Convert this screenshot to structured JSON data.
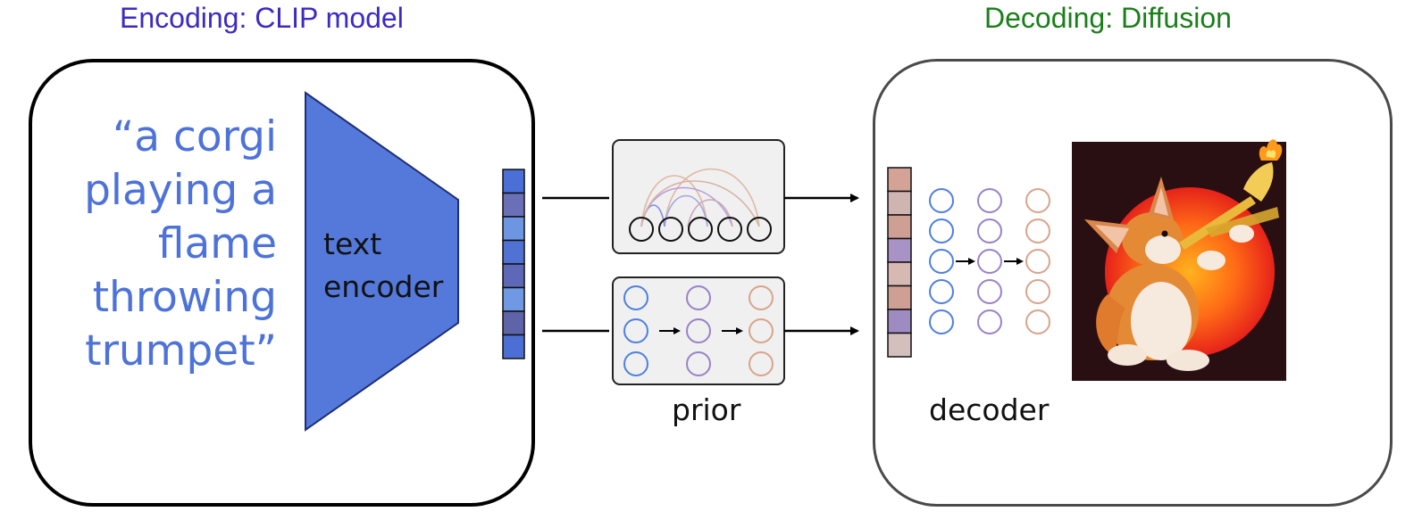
{
  "headings": {
    "encoding": "Encoding: CLIP model",
    "decoding": "Decoding: Diffusion"
  },
  "prompt_lines": [
    "“a corgi",
    "playing a",
    "flame",
    "throwing",
    "trumpet”"
  ],
  "labels": {
    "text_encoder_line1": "text",
    "text_encoder_line2": "encoder",
    "prior": "prior",
    "decoder": "decoder"
  },
  "colors": {
    "encoding_heading": "#3b2bc4",
    "decoding_heading": "#1a7f1a",
    "encoder_fill": "#5479da",
    "prompt_text": "#4d72d9",
    "node_blue": "#4f7fe0",
    "node_purple": "#9a82c8",
    "node_salmon": "#d8a48c"
  },
  "text_embedding_cells": [
    "#4a6fd6",
    "#6b6fb8",
    "#6d96e2",
    "#4f72d3",
    "#5d69b6",
    "#6f9ae3",
    "#5f63a8",
    "#4b6fd4"
  ],
  "image_embedding_cells": [
    "#d4a396",
    "#cfb5b2",
    "#cf9f94",
    "#a893c6",
    "#d7b9b4",
    "#cf9f94",
    "#9e8bc2",
    "#d3bfbb"
  ],
  "icons": {
    "prior_autoregressive": "autoregressive-prior-icon",
    "prior_diffusion": "diffusion-prior-icon",
    "generated_image": "corgi-trumpet-image"
  }
}
